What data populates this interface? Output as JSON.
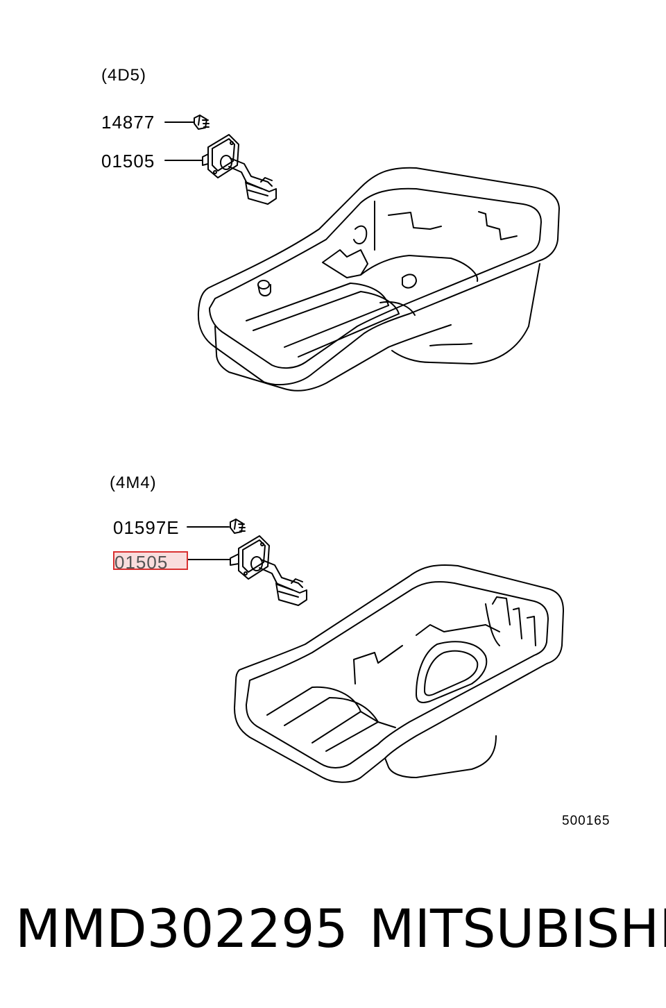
{
  "diagram": {
    "sections": [
      {
        "engine_label": "(4D5)",
        "callouts": [
          {
            "part": "14877"
          },
          {
            "part": "01505"
          }
        ]
      },
      {
        "engine_label": "(4M4)",
        "callouts": [
          {
            "part": "01597E"
          },
          {
            "part": "01505",
            "highlighted": true
          }
        ]
      }
    ],
    "diagram_number": "500165",
    "highlight_color": "#d93030"
  },
  "caption": {
    "part_number": "MMD302295",
    "brand": "MITSUBISHI"
  }
}
